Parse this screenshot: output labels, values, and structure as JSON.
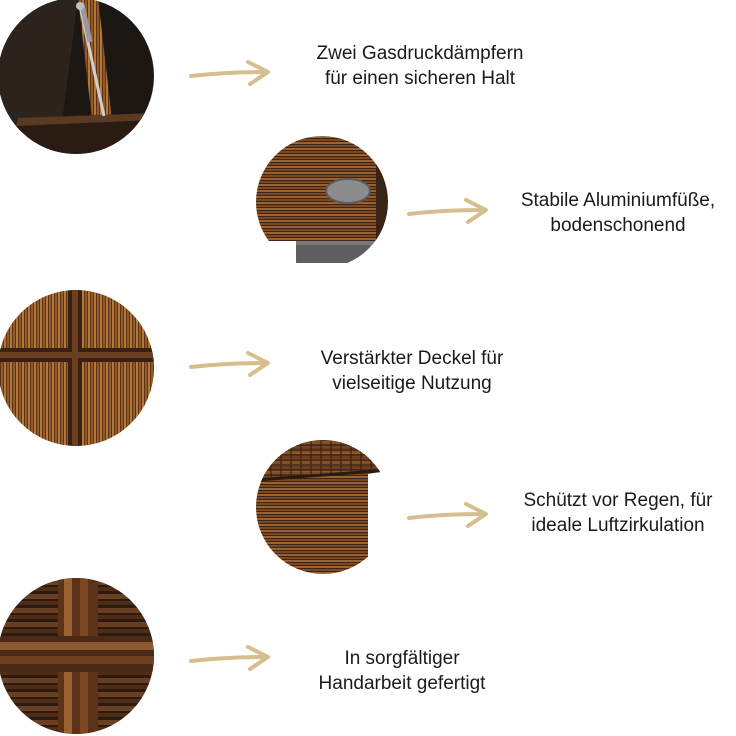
{
  "colors": {
    "arrow": "#D6BE8E",
    "text": "#1A1A1A",
    "rattan_dark": "#3A2416",
    "rattan_mid": "#6B3F22",
    "rattan_light": "#A86A36",
    "foot_metal": "#5F5F62"
  },
  "features": [
    {
      "image_icon": "gas-spring-photo",
      "arrow_icon": "right-arrow-icon",
      "line1": "Zwei Gasdruckdämpfern",
      "line2": "für einen sicheren Halt"
    },
    {
      "image_icon": "aluminium-foot-photo",
      "arrow_icon": "right-arrow-icon",
      "line1": "Stabile Aluminiumfüße,",
      "line2": "bodenschonend"
    },
    {
      "image_icon": "reinforced-lid-photo",
      "arrow_icon": "right-arrow-icon",
      "line1": "Verstärkter Deckel für",
      "line2": "vielseitige Nutzung"
    },
    {
      "image_icon": "rain-protection-edge-photo",
      "arrow_icon": "right-arrow-icon",
      "line1": "Schützt vor Regen, für",
      "line2": "ideale Luftzirkulation"
    },
    {
      "image_icon": "handmade-weave-photo",
      "arrow_icon": "right-arrow-icon",
      "line1": "In sorgfältiger",
      "line2": "Handarbeit gefertigt"
    }
  ]
}
